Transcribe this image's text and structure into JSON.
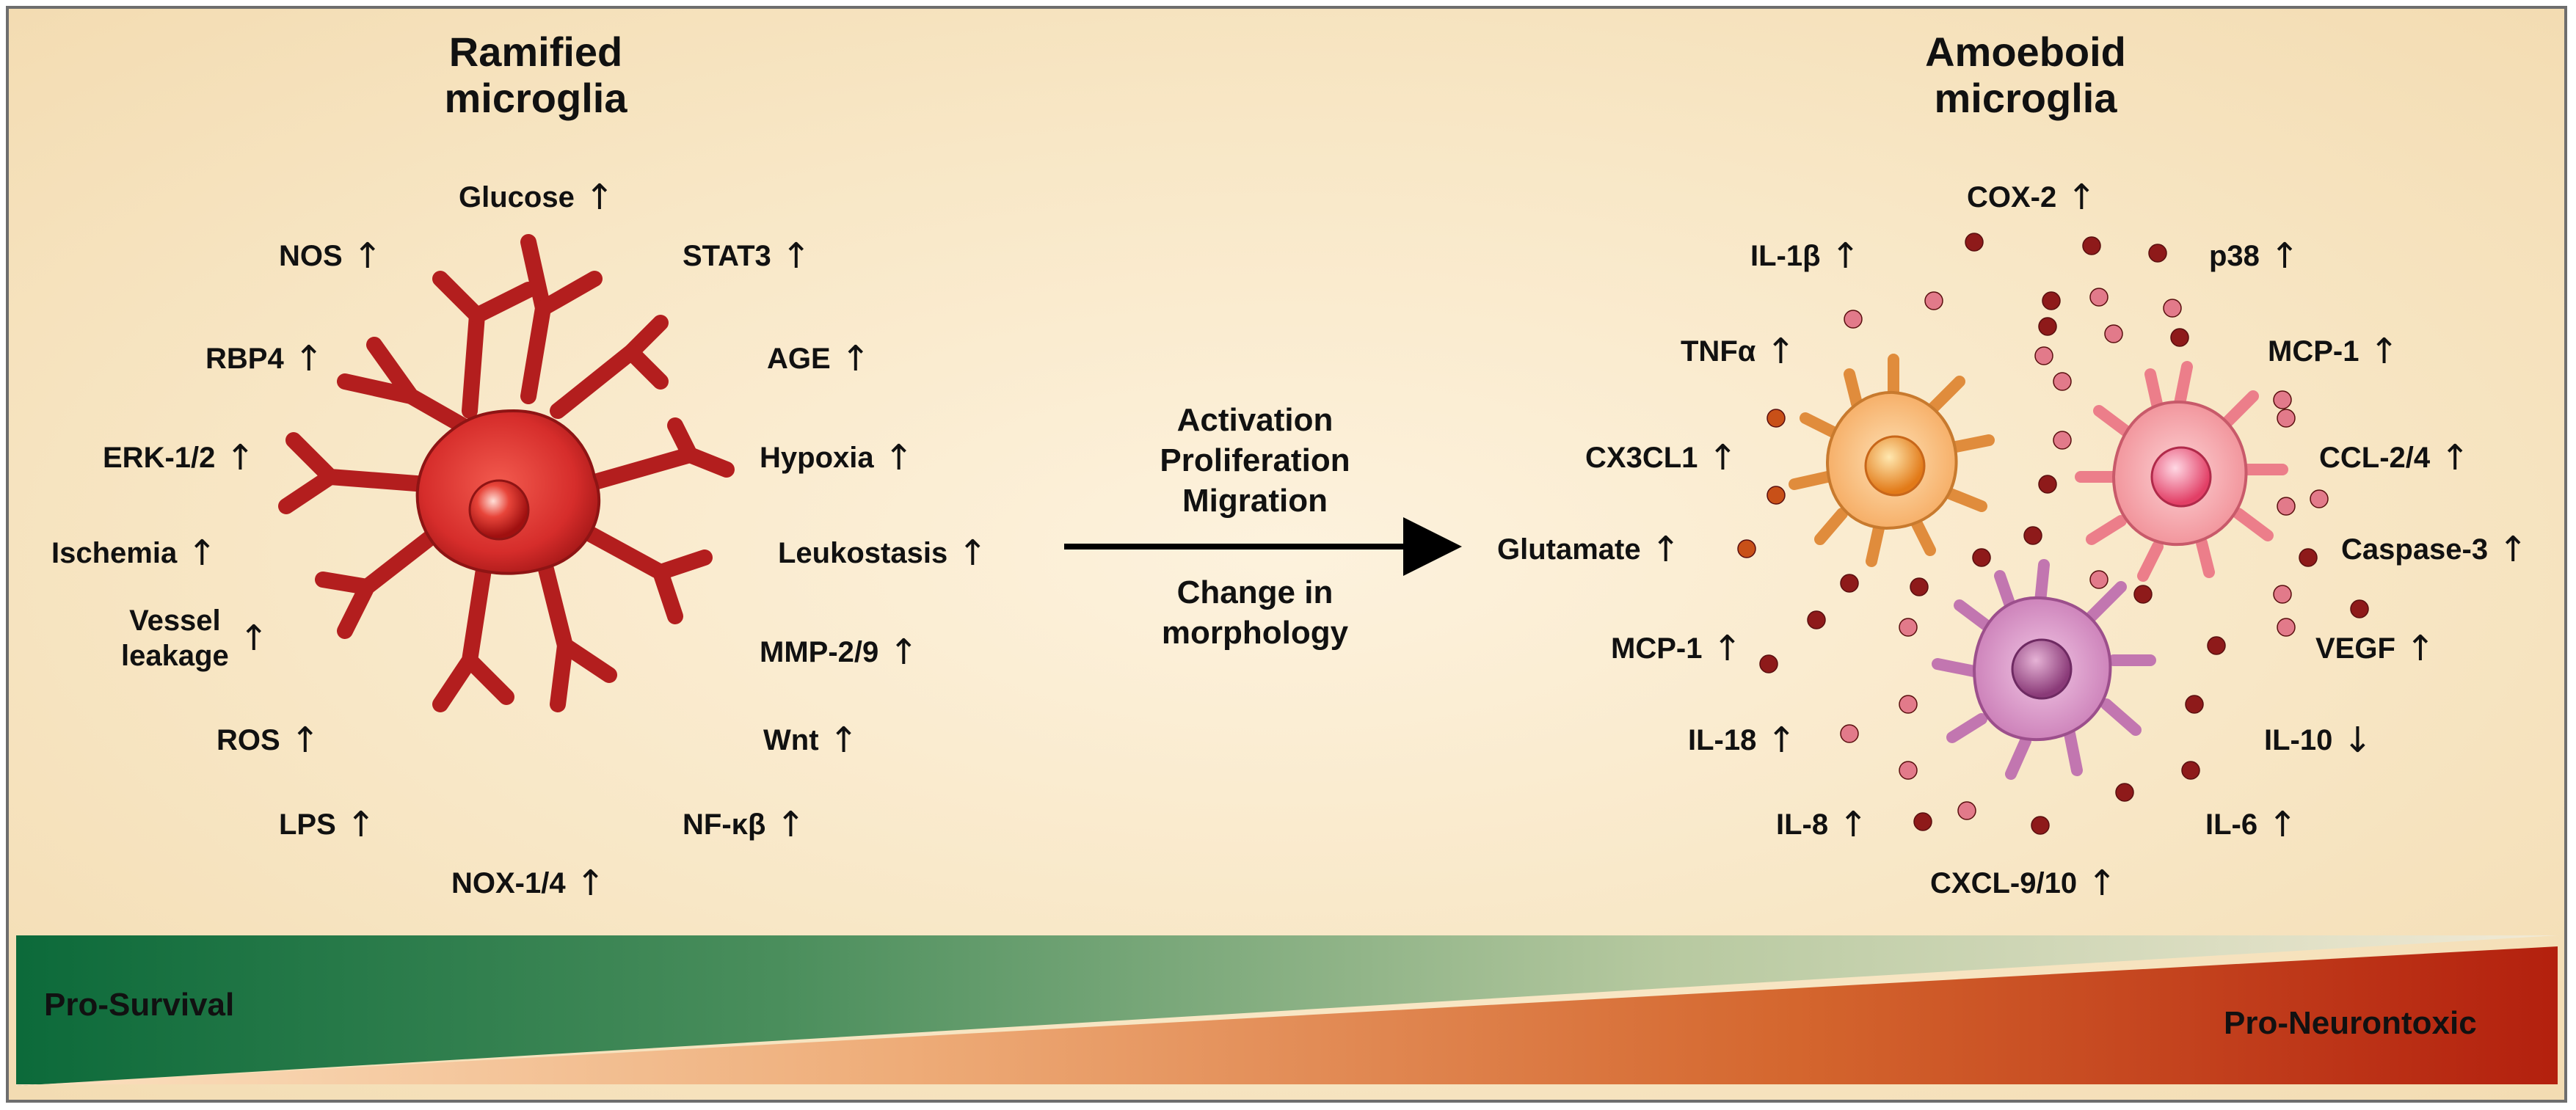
{
  "left": {
    "title_line1": "Ramified",
    "title_line2": "microglia",
    "markers": [
      {
        "label": "Glucose",
        "dir": "up"
      },
      {
        "label": "NOS",
        "dir": "up"
      },
      {
        "label": "STAT3",
        "dir": "up"
      },
      {
        "label": "RBP4",
        "dir": "up"
      },
      {
        "label": "AGE",
        "dir": "up"
      },
      {
        "label": "ERK-1/2",
        "dir": "up"
      },
      {
        "label": "Hypoxia",
        "dir": "up"
      },
      {
        "label": "Ischemia",
        "dir": "up"
      },
      {
        "label": "Leukostasis",
        "dir": "up"
      },
      {
        "label": "Vessel\nleakage",
        "dir": "up"
      },
      {
        "label": "MMP-2/9",
        "dir": "up"
      },
      {
        "label": "ROS",
        "dir": "up"
      },
      {
        "label": "Wnt",
        "dir": "up"
      },
      {
        "label": "LPS",
        "dir": "up"
      },
      {
        "label": "NF-κβ",
        "dir": "up"
      },
      {
        "label": "NOX-1/4",
        "dir": "up"
      }
    ]
  },
  "center": {
    "line1": "Activation",
    "line2": "Proliferation",
    "line3": "Migration",
    "line4": "Change in",
    "line5": "morphology"
  },
  "right": {
    "title_line1": "Amoeboid",
    "title_line2": "microglia",
    "markers": [
      {
        "label": "COX-2",
        "dir": "up"
      },
      {
        "label": "IL-1β",
        "dir": "up"
      },
      {
        "label": "p38",
        "dir": "up"
      },
      {
        "label": "TNFα",
        "dir": "up"
      },
      {
        "label": "MCP-1",
        "dir": "up"
      },
      {
        "label": "CX3CL1",
        "dir": "up"
      },
      {
        "label": "CCL-2/4",
        "dir": "up"
      },
      {
        "label": "Glutamate",
        "dir": "up"
      },
      {
        "label": "Caspase-3",
        "dir": "up"
      },
      {
        "label": "MCP-1",
        "dir": "up"
      },
      {
        "label": "VEGF",
        "dir": "up"
      },
      {
        "label": "IL-18",
        "dir": "up"
      },
      {
        "label": "IL-10",
        "dir": "down"
      },
      {
        "label": "IL-8",
        "dir": "up"
      },
      {
        "label": "IL-6",
        "dir": "up"
      },
      {
        "label": "CXCL-9/10",
        "dir": "up"
      }
    ]
  },
  "gradient": {
    "left_label": "Pro-Survival",
    "right_label": "Pro-Neurontoxic"
  },
  "colors": {
    "ramified_cell": "#d42a2a",
    "cell_orange": "#f6a656",
    "cell_pink": "#f28a98",
    "cell_purple": "#c777b3",
    "survival_green": "#0f6e3c",
    "neurotoxic_red": "#b5260f"
  },
  "icons": {
    "up": "↑",
    "down": "↓"
  }
}
